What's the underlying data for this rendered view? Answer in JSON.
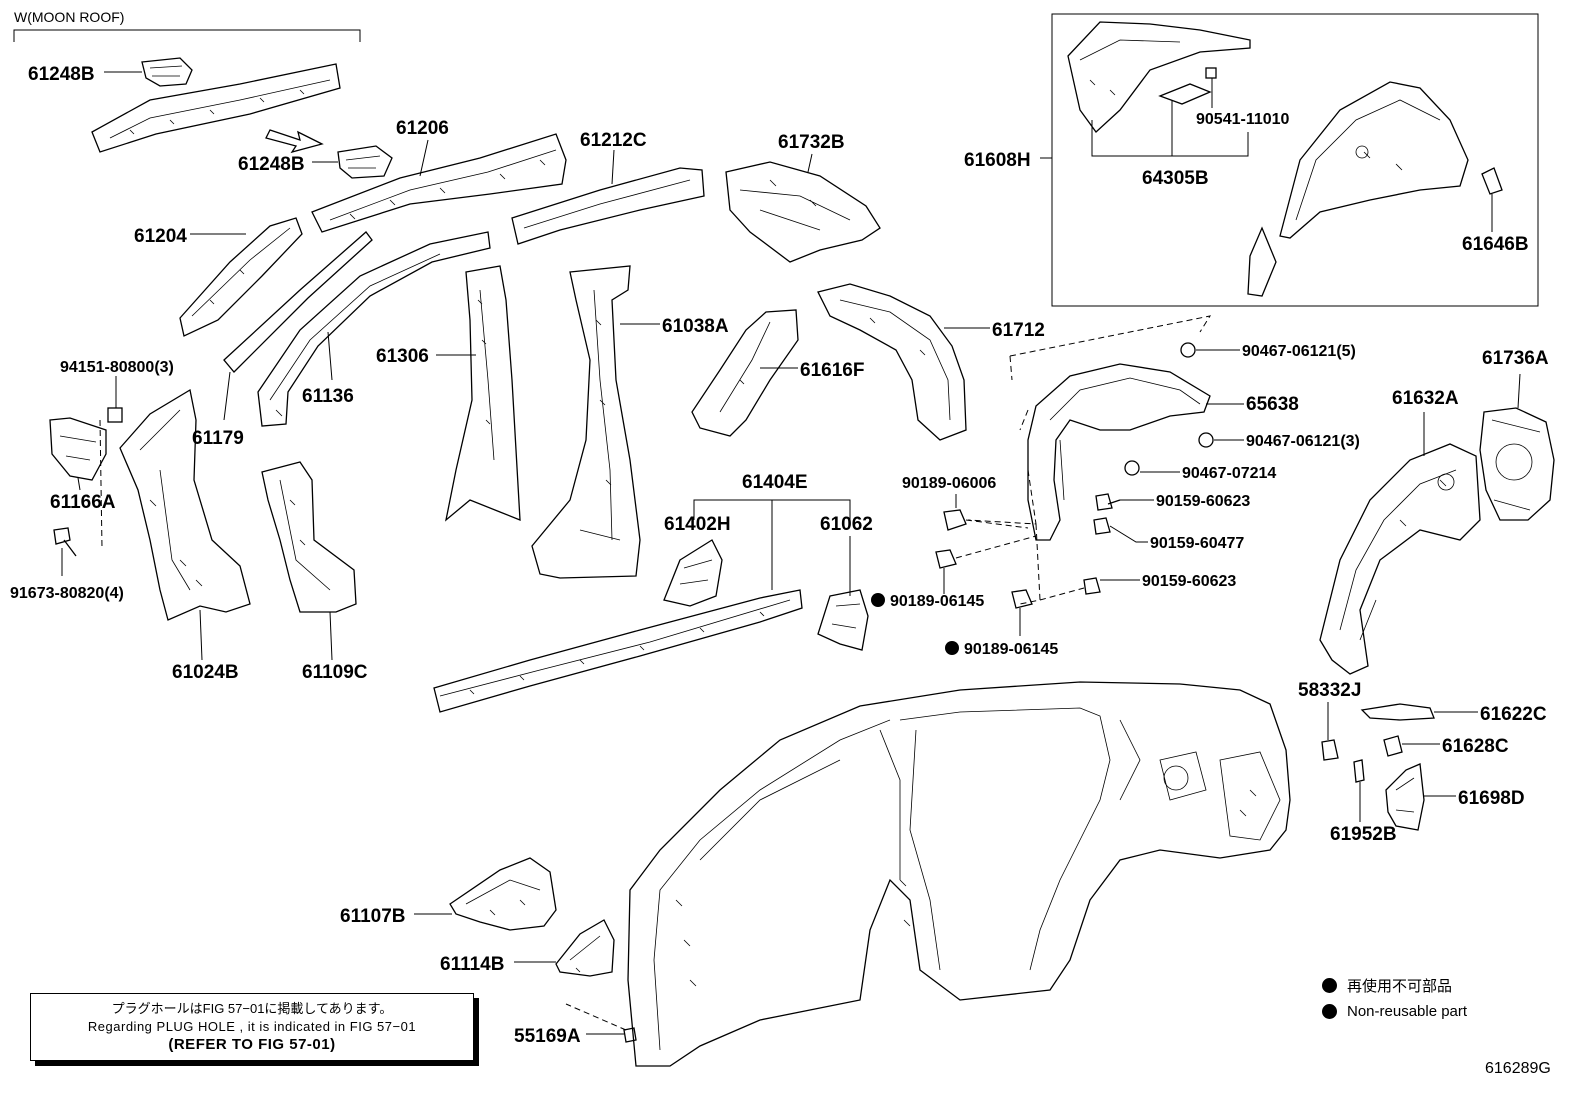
{
  "header": {
    "variant_label": "W(MOON ROOF)"
  },
  "parts": {
    "p61248B_top": "61248B",
    "p61248B_mid": "61248B",
    "p61206": "61206",
    "p61212C": "61212C",
    "p61732B": "61732B",
    "p61204": "61204",
    "p61179": "61179",
    "p61136": "61136",
    "p61306": "61306",
    "p61038A": "61038A",
    "p61616F": "61616F",
    "p61712": "61712",
    "p94151": "94151-80800(3)",
    "p61166A": "61166A",
    "p91673": "91673-80820(4)",
    "p61024B": "61024B",
    "p61109C": "61109C",
    "p61404E": "61404E",
    "p61402H": "61402H",
    "p61062": "61062",
    "p61608H": "61608H",
    "p90541": "90541-11010",
    "p64305B": "64305B",
    "p61646B": "61646B",
    "p90467a": "90467-06121(5)",
    "p65638": "65638",
    "p90467b": "90467-06121(3)",
    "p90467c": "90467-07214",
    "p90189a": "90189-06006",
    "p90159a": "90159-60623",
    "p90159b": "90159-60477",
    "p90159c": "90159-60623",
    "p90189b": "90189-06145",
    "p90189c": "90189-06145",
    "p61736A": "61736A",
    "p61632A": "61632A",
    "p58332J": "58332J",
    "p61622C": "61622C",
    "p61628C": "61628C",
    "p61698D": "61698D",
    "p61952B": "61952B",
    "p61107B": "61107B",
    "p61114B": "61114B",
    "p55169A": "55169A"
  },
  "note": {
    "line_jp": "プラグホールはFIG 57−01に掲載してあります。",
    "line_en": "Regarding PLUG HOLE , it is indicated in FIG 57−01",
    "line_ref": "(REFER TO FIG 57-01)"
  },
  "legend": {
    "jp": "再使用不可部品",
    "en": "Non-reusable part"
  },
  "figure_id": "616289G",
  "colors": {
    "ink": "#000000",
    "paper": "#ffffff"
  }
}
